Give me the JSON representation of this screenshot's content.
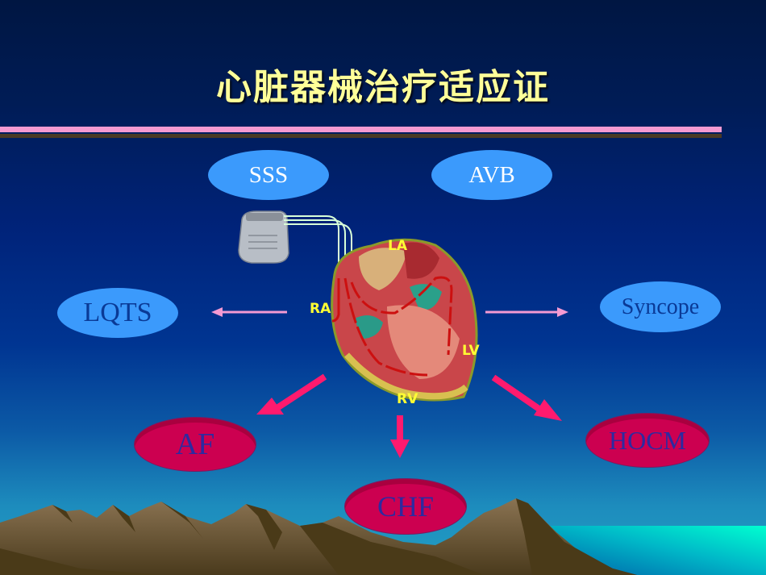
{
  "slide": {
    "title": "心脏器械治疗适应证",
    "colors": {
      "background_top": "#001642",
      "background_bottom": "#22a0c4",
      "title_text": "#ffff99",
      "rule_pink": "#f49ad2",
      "rule_brown": "#4a3a24",
      "blue_oval": "#3b9afc",
      "red_oval": "#cc0050",
      "arrow_magenta": "#ff1a6e",
      "arrow_pink": "#f49ad2",
      "heart_label": "#ffff33"
    }
  },
  "indications_top": [
    {
      "id": "sss",
      "label": "SSS"
    },
    {
      "id": "avb",
      "label": "AVB"
    }
  ],
  "indications_side": [
    {
      "id": "lqts",
      "label": "LQTS"
    },
    {
      "id": "syncope",
      "label": "Syncope"
    }
  ],
  "indications_bottom": [
    {
      "id": "af",
      "label": "AF"
    },
    {
      "id": "chf",
      "label": "CHF"
    },
    {
      "id": "hocm",
      "label": "HOCM"
    }
  ],
  "heart_diagram": {
    "labels": {
      "la": "LA",
      "ra": "RA",
      "lv": "LV",
      "rv": "RV"
    },
    "device_icon": "pacemaker-icon"
  }
}
